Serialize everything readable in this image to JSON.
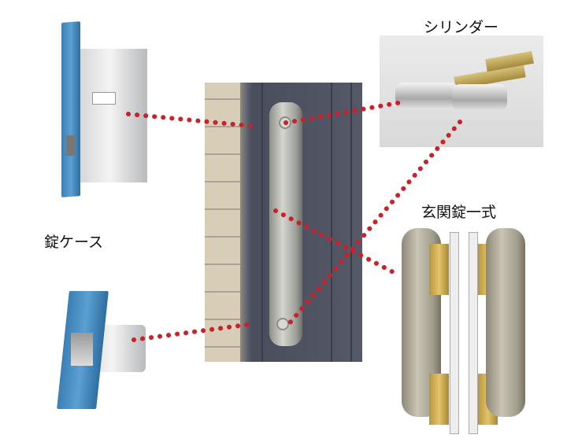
{
  "labels": {
    "cylinder": "シリンダー",
    "entrance_lock_set": "玄関錠一式",
    "lock_case": "錠ケース"
  },
  "colors": {
    "connector": "#c8232a"
  }
}
